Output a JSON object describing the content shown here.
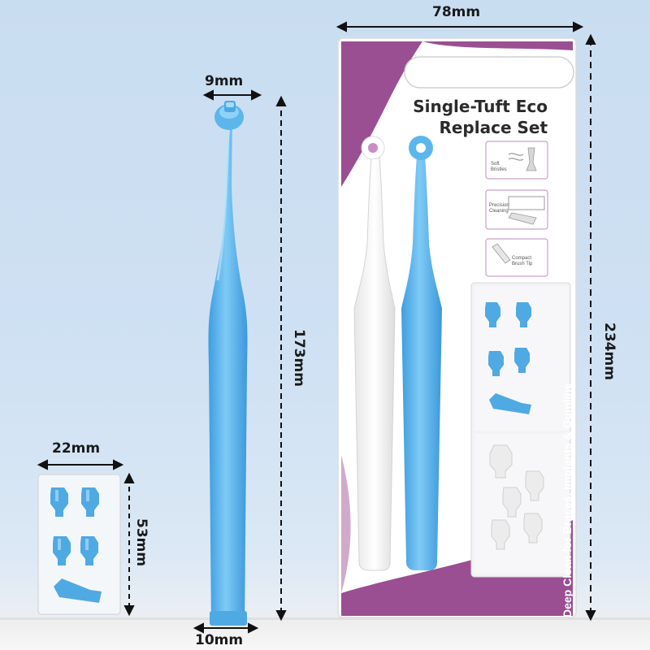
{
  "dimensions": {
    "head_width": "9mm",
    "handle_length": "173mm",
    "base_width": "10mm",
    "tips_box_width": "22mm",
    "tips_box_height": "53mm",
    "package_width": "78mm",
    "package_height": "234mm"
  },
  "package": {
    "title_line1": "Single-Tuft Eco",
    "title_line2": "Replace Set",
    "features": [
      {
        "line1": "Soft",
        "line2": "Bristles"
      },
      {
        "line1": "Precision",
        "line2": "Cleaning"
      },
      {
        "line1": "Compact",
        "line2": "Brush Tip"
      }
    ],
    "tagline": "Deep Clean for Braces, Implants & Gumline"
  },
  "colors": {
    "brush_blue": "#5cb6ec",
    "package_purple": "#9a4f92",
    "background": "#cfe1f3"
  }
}
